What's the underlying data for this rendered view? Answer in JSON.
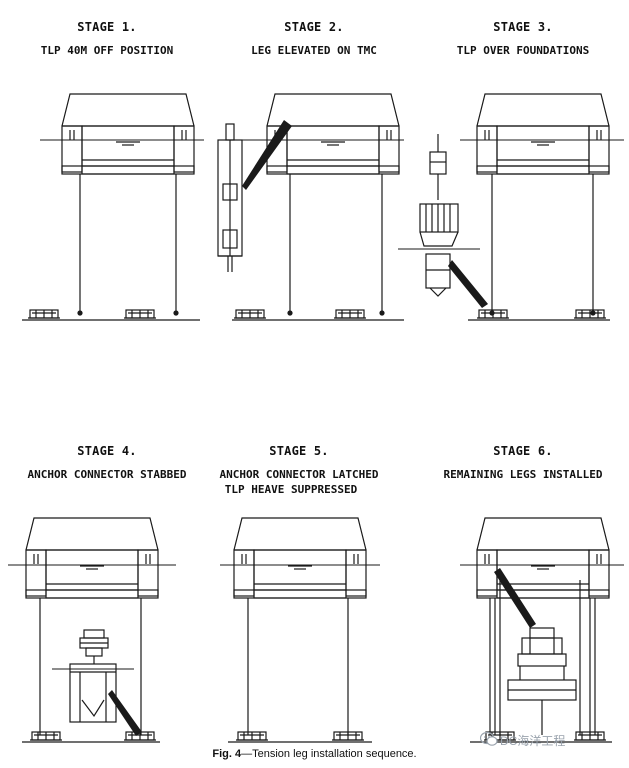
{
  "stages": [
    {
      "title": "STAGE 1.",
      "lines": [
        "TLP 40M OFF POSITION"
      ]
    },
    {
      "title": "STAGE 2.",
      "lines": [
        "LEG ELEVATED ON TMC"
      ]
    },
    {
      "title": "STAGE 3.",
      "lines": [
        "TLP OVER FOUNDATIONS"
      ]
    },
    {
      "title": "STAGE 4.",
      "lines": [
        "ANCHOR CONNECTOR STABBED"
      ]
    },
    {
      "title": "STAGE 5.",
      "lines": [
        "ANCHOR CONNECTOR LATCHED",
        "TLP HEAVE SUPPRESSED"
      ]
    },
    {
      "title": "STAGE 6.",
      "lines": [
        "REMAINING LEGS INSTALLED"
      ]
    }
  ],
  "caption": {
    "label": "Fig. 4",
    "text": "—Tension leg installation sequence."
  },
  "watermark": {
    "text": "DC海洋工程",
    "icon": "wechat-icon"
  },
  "colors": {
    "ink": "#1a1a1a",
    "watermark": "#9aa3ad"
  }
}
